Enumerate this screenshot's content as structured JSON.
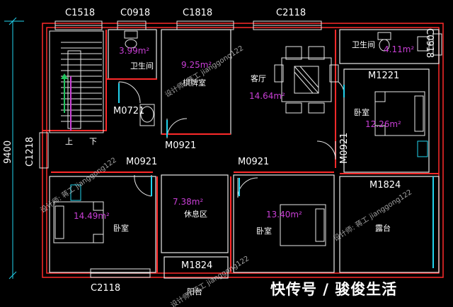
{
  "codes": {
    "c1518": "C1518",
    "c0918_top": "C0918",
    "c1818": "C1818",
    "c2118_top": "C2118",
    "c0918_right": "C0918",
    "m1221": "M1221",
    "m0721": "M0721",
    "m0921_a": "M0921",
    "m0921_right": "M0921",
    "m0921_b": "M0921",
    "m0921_c": "M0921",
    "c1218": "C1218",
    "m1824_right": "M1824",
    "m1824_bottom": "M1824",
    "c2118_bottom": "C2118",
    "dim_9400": "9400"
  },
  "rooms": {
    "bath_left": {
      "name": "卫生间",
      "area": "3.99m²"
    },
    "chess": {
      "name": "棋牌室",
      "area": "9.25m²"
    },
    "living": {
      "name": "客厅",
      "area": "14.64m²"
    },
    "bath_right": {
      "name": "卫生间",
      "area": "4.11m²"
    },
    "bed_right": {
      "name": "卧室",
      "area": "12.26m²"
    },
    "bed_left": {
      "name": "卧室",
      "area": "14.49m²"
    },
    "rest": {
      "name": "休息区",
      "area": "7.38m²"
    },
    "bed_mid": {
      "name": "卧室",
      "area": "13.40m²"
    },
    "terrace": {
      "name": "露台"
    },
    "balcony": {
      "name": "阳台"
    }
  },
  "stairs": {
    "up": "上",
    "down": "下"
  },
  "watermark": "设计师: 蒋工 jianggong122",
  "brand": "快传号 / 骏俊生活",
  "colors": {
    "wall": "#ff2a2a",
    "inner": "#e8e8e8",
    "cyan": "#22d3ee",
    "green": "#22c55e",
    "magenta": "#c93fd6"
  }
}
